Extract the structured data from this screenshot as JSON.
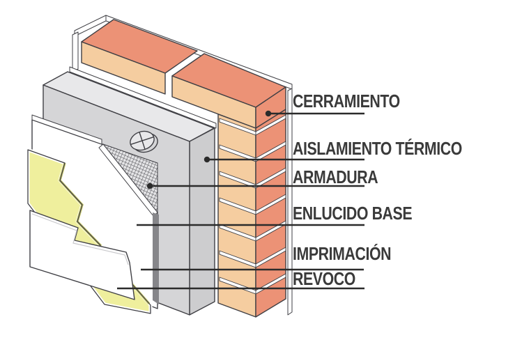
{
  "figure": {
    "background": "#ffffff",
    "description": "Cutaway isometric diagram of an exterior wall with external thermal insulation system (SATE/ETICS), layers labelled in Spanish"
  },
  "labels": [
    {
      "id": "cerramiento",
      "text": "CERRAMIENTO"
    },
    {
      "id": "aislamiento-termico",
      "text": "AISLAMIENTO TÉRMICO"
    },
    {
      "id": "armadura",
      "text": "ARMADURA"
    },
    {
      "id": "enlucido-base",
      "text": "ENLUCIDO BASE"
    },
    {
      "id": "imprimacion",
      "text": "IMPRIMACIÓN"
    },
    {
      "id": "revoco",
      "text": "REVOCO"
    }
  ],
  "colors": {
    "brick_face": "#EC9276",
    "brick_side": "#F5CDA0",
    "insulation_top": "#E8E8EA",
    "insulation_front": "#D5D5D7",
    "insulation_side": "#CDCDCF",
    "edge_shadow": "#86868A",
    "primer_yellow": "#EFEF9D",
    "primer_edge": "#C9C96E",
    "mesh_bg": "#E3E3E5",
    "mesh_line": "#4D4D52",
    "outline": "#3F3F44",
    "leader": "#2B2B2B",
    "text": "#3A3A3A",
    "white": "#FFFFFF"
  }
}
